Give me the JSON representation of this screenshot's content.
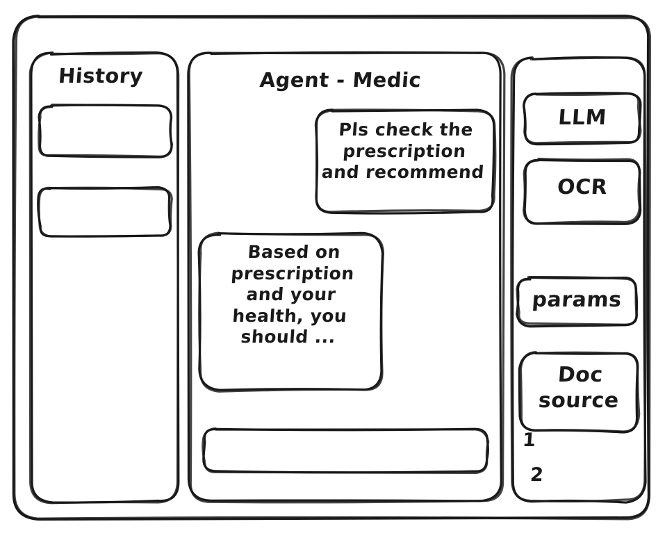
{
  "meta": {
    "kind": "hand-drawn-wireframe",
    "stroke_color": "#1a1a1a",
    "background_color": "#ffffff"
  },
  "window": {
    "frame_name": "app-window"
  },
  "sidebar_left": {
    "title": "History",
    "items": [
      {
        "label": "",
        "name": "history-item-1"
      },
      {
        "label": "",
        "name": "history-item-2"
      }
    ]
  },
  "main": {
    "title": "Agent - Medic",
    "messages": [
      {
        "role": "user",
        "text": "Pls check the\nprescription\nand recommend"
      },
      {
        "role": "agent",
        "text": "Based on\nprescription\nand your\nhealth, you\nshould ..."
      }
    ],
    "composer": {
      "value": "",
      "placeholder": ""
    }
  },
  "sidebar_right": {
    "buttons": [
      {
        "label": "LLM",
        "name": "llm-button"
      },
      {
        "label": "OCR",
        "name": "ocr-button"
      },
      {
        "label": "params",
        "name": "params-button"
      }
    ],
    "doc_source": {
      "label": "Doc\nsource",
      "entries": [
        "1",
        "2"
      ]
    }
  }
}
